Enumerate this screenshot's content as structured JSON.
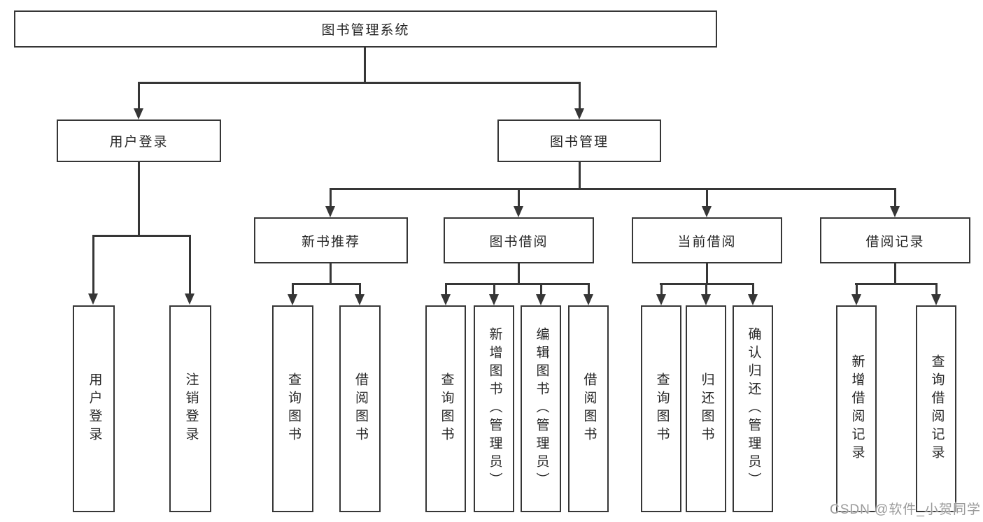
{
  "tree": {
    "root": "图书管理系统",
    "children": [
      {
        "label": "用户登录",
        "children": [
          "用户登录",
          "注销登录"
        ]
      },
      {
        "label": "图书管理",
        "children": [
          {
            "label": "新书推荐",
            "children": [
              "查询图书",
              "借阅图书"
            ]
          },
          {
            "label": "图书借阅",
            "children": [
              "查询图书",
              "新增图书（管理员）",
              "编辑图书（管理员）",
              "借阅图书"
            ]
          },
          {
            "label": "当前借阅",
            "children": [
              "查询图书",
              "归还图书",
              "确认归还（管理员）"
            ]
          },
          {
            "label": "借阅记录",
            "children": [
              "新增借阅记录",
              "查询借阅记录"
            ]
          }
        ]
      }
    ]
  },
  "watermark": "CSDN @软件_小贺同学",
  "colors": {
    "line": "#363636",
    "box_border": "#363636",
    "text": "#262626",
    "background": "#ffffff",
    "watermark": "#9b9b9b"
  }
}
